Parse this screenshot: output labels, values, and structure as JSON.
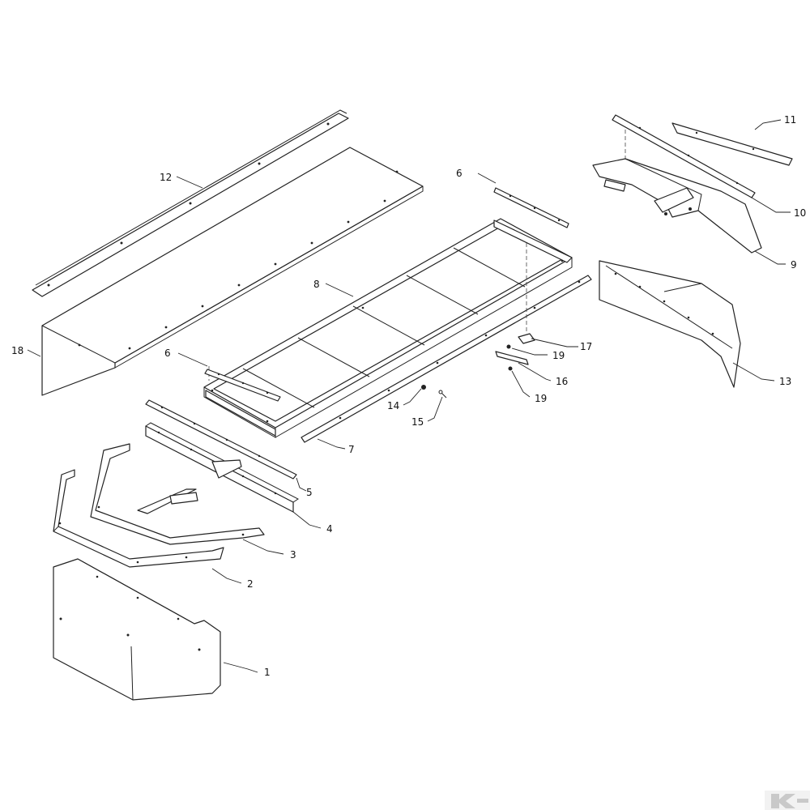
{
  "diagram": {
    "callouts": [
      {
        "id": "c1",
        "label": "1"
      },
      {
        "id": "c2",
        "label": "2"
      },
      {
        "id": "c3",
        "label": "3"
      },
      {
        "id": "c4",
        "label": "4"
      },
      {
        "id": "c5",
        "label": "5"
      },
      {
        "id": "c6a",
        "label": "6"
      },
      {
        "id": "c6b",
        "label": "6"
      },
      {
        "id": "c7",
        "label": "7"
      },
      {
        "id": "c8",
        "label": "8"
      },
      {
        "id": "c9",
        "label": "9"
      },
      {
        "id": "c10",
        "label": "10"
      },
      {
        "id": "c11",
        "label": "11"
      },
      {
        "id": "c12",
        "label": "12"
      },
      {
        "id": "c13",
        "label": "13"
      },
      {
        "id": "c14",
        "label": "14"
      },
      {
        "id": "c15",
        "label": "15"
      },
      {
        "id": "c16",
        "label": "16"
      },
      {
        "id": "c17",
        "label": "17"
      },
      {
        "id": "c18",
        "label": "18"
      },
      {
        "id": "c19a",
        "label": "19"
      },
      {
        "id": "c19b",
        "label": "19"
      }
    ],
    "logo": {
      "text": "K",
      "color": "#c9c9c9"
    }
  }
}
